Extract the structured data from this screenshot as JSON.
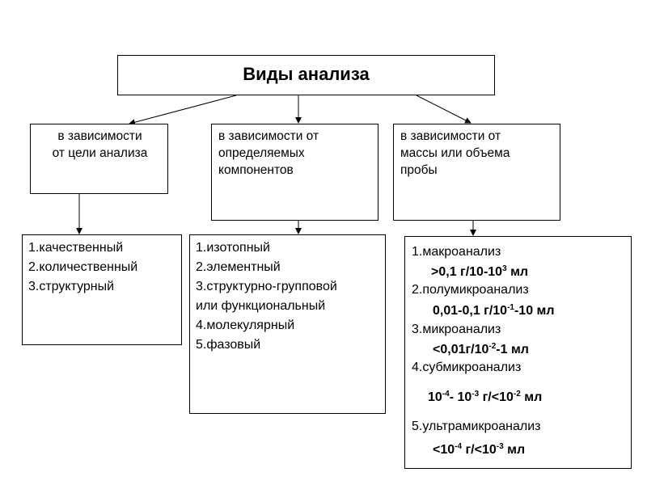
{
  "title": "Виды анализа",
  "categories": [
    {
      "lines": [
        "в зависимости",
        "от цели анализа"
      ]
    },
    {
      "lines": [
        "в зависимости от",
        "определяемых",
        "компонентов"
      ]
    },
    {
      "lines": [
        "в зависимости от",
        "массы или объема",
        "пробы"
      ]
    }
  ],
  "purpose_list": [
    "1.качественный",
    "2.количественный",
    "3.структурный"
  ],
  "components_list": [
    "1.изотопный",
    "2.элементный",
    "3.структурно-групповой",
    "или функциональный",
    "4.молекулярный",
    "5.фазовый"
  ],
  "mass_list": [
    {
      "name": "1.макроанализ",
      "value": [
        ">0,1 г/10-10",
        "3",
        " мл"
      ]
    },
    {
      "name": "2.полумикроанализ",
      "value": [
        "0,01-0,1 г/10",
        "-1",
        "-10 мл"
      ]
    },
    {
      "name": "3.микроанализ",
      "value": [
        "<0,01г/10",
        "-2",
        "-1 мл"
      ]
    },
    {
      "name": "4.субмикроанализ",
      "value": [
        "10",
        "-4",
        "- 10",
        "-3",
        " г/<10",
        "-2",
        " мл"
      ]
    },
    {
      "name": "5.ультрамикроанализ",
      "value": [
        "<10",
        "-4",
        " г/<10",
        "-3",
        " мл"
      ]
    }
  ]
}
